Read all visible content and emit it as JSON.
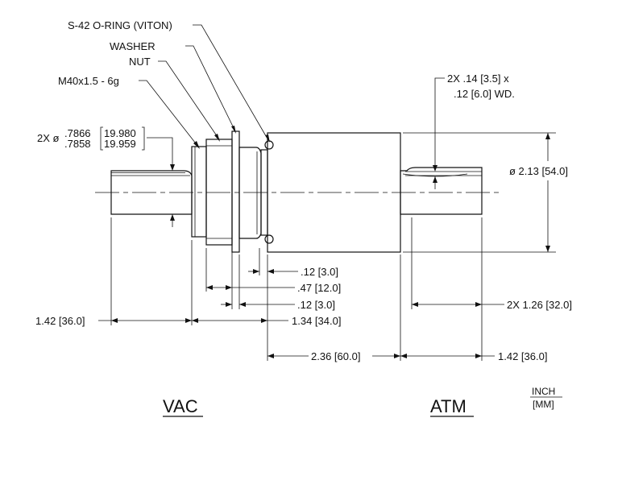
{
  "labels": {
    "oring": "S-42 O-RING (VITON)",
    "washer": "WASHER",
    "nut": "NUT",
    "thread": "M40x1.5 - 6g",
    "shaft_prefix": "2X ø",
    "shaft_max_in": ".7866",
    "shaft_min_in": ".7858",
    "shaft_max_mm": "19.980",
    "shaft_min_mm": "19.959",
    "flat_line1": "2X .14 [3.5] x",
    "flat_line2": ".12 [6.0] WD.",
    "body_diameter": "ø 2.13 [54.0]",
    "dim_oring_width": ".12 [3.0]",
    "dim_nut_width": ".47 [12.0]",
    "dim_washer_width": ".12 [3.0]",
    "dim_left_shaft": "1.42 [36.0]",
    "dim_vac_length": "1.34 [34.0]",
    "dim_atm_shaft": "2X 1.26 [32.0]",
    "dim_body_length": "2.36 [60.0]",
    "dim_right_shaft": "1.42 [36.0]",
    "vac": "VAC",
    "atm": "ATM",
    "unit_top": "INCH",
    "unit_bottom": "[MM]"
  }
}
